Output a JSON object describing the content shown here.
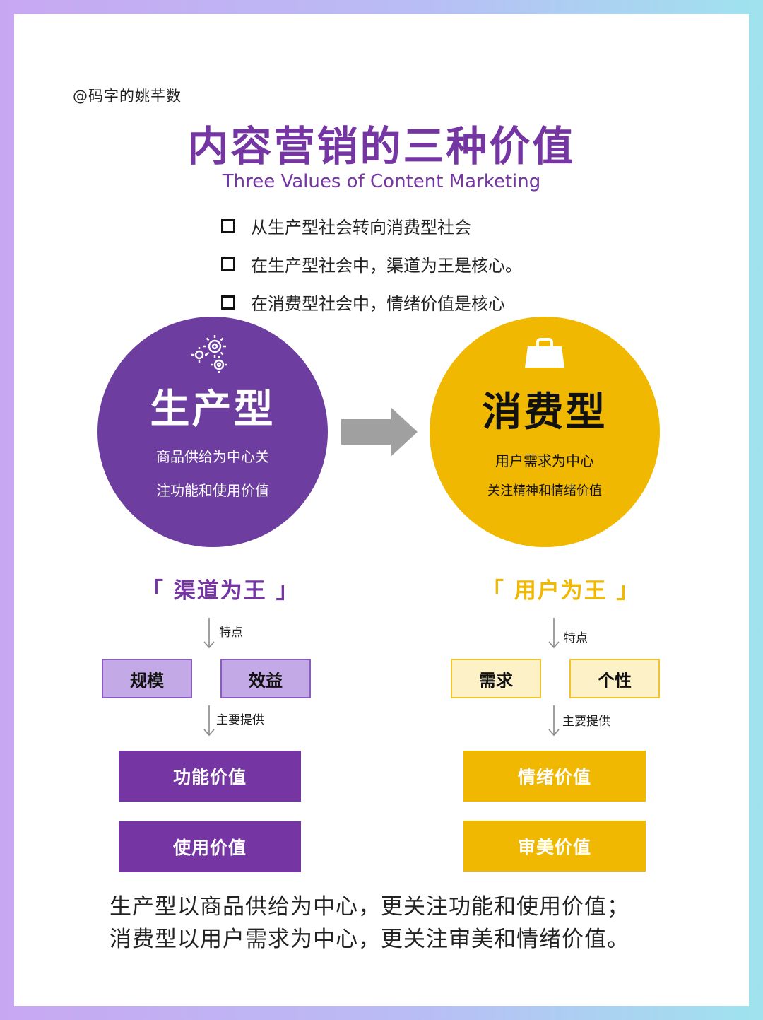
{
  "watermark": "@码字的姚芊数",
  "title": "内容营销的三种价值",
  "subtitle": "Three Values of Content Marketing",
  "bullets": [
    "从生产型社会转向消费型社会",
    "在生产型社会中，渠道为王是核心。",
    "在消费型社会中，情绪价值是核心"
  ],
  "left": {
    "title": "生产型",
    "desc_line1": "商品供给为中心关",
    "desc_line2": "注功能和使用价值",
    "icon": "gears-icon",
    "king": "「 渠道为王 」",
    "feature_label": "特点",
    "features": [
      "规模",
      "效益"
    ],
    "provide_label": "主要提供",
    "values": [
      "功能价值",
      "使用价值"
    ],
    "color": "#7535a2"
  },
  "right": {
    "title": "消费型",
    "desc_line1": "用户需求为中心",
    "desc_line2": "关注精神和情绪价值",
    "icon": "shopping-bag-icon",
    "king": "「 用户为王 」",
    "feature_label": "特点",
    "features": [
      "需求",
      "个性"
    ],
    "provide_label": "主要提供",
    "values": [
      "情绪价值",
      "审美价值"
    ],
    "color": "#f0b800"
  },
  "summary": {
    "line1": "生产型以商品供给为中心，更关注功能和使用价值；",
    "line2": "消费型以用户需求为中心，更关注审美和情绪价值。"
  }
}
